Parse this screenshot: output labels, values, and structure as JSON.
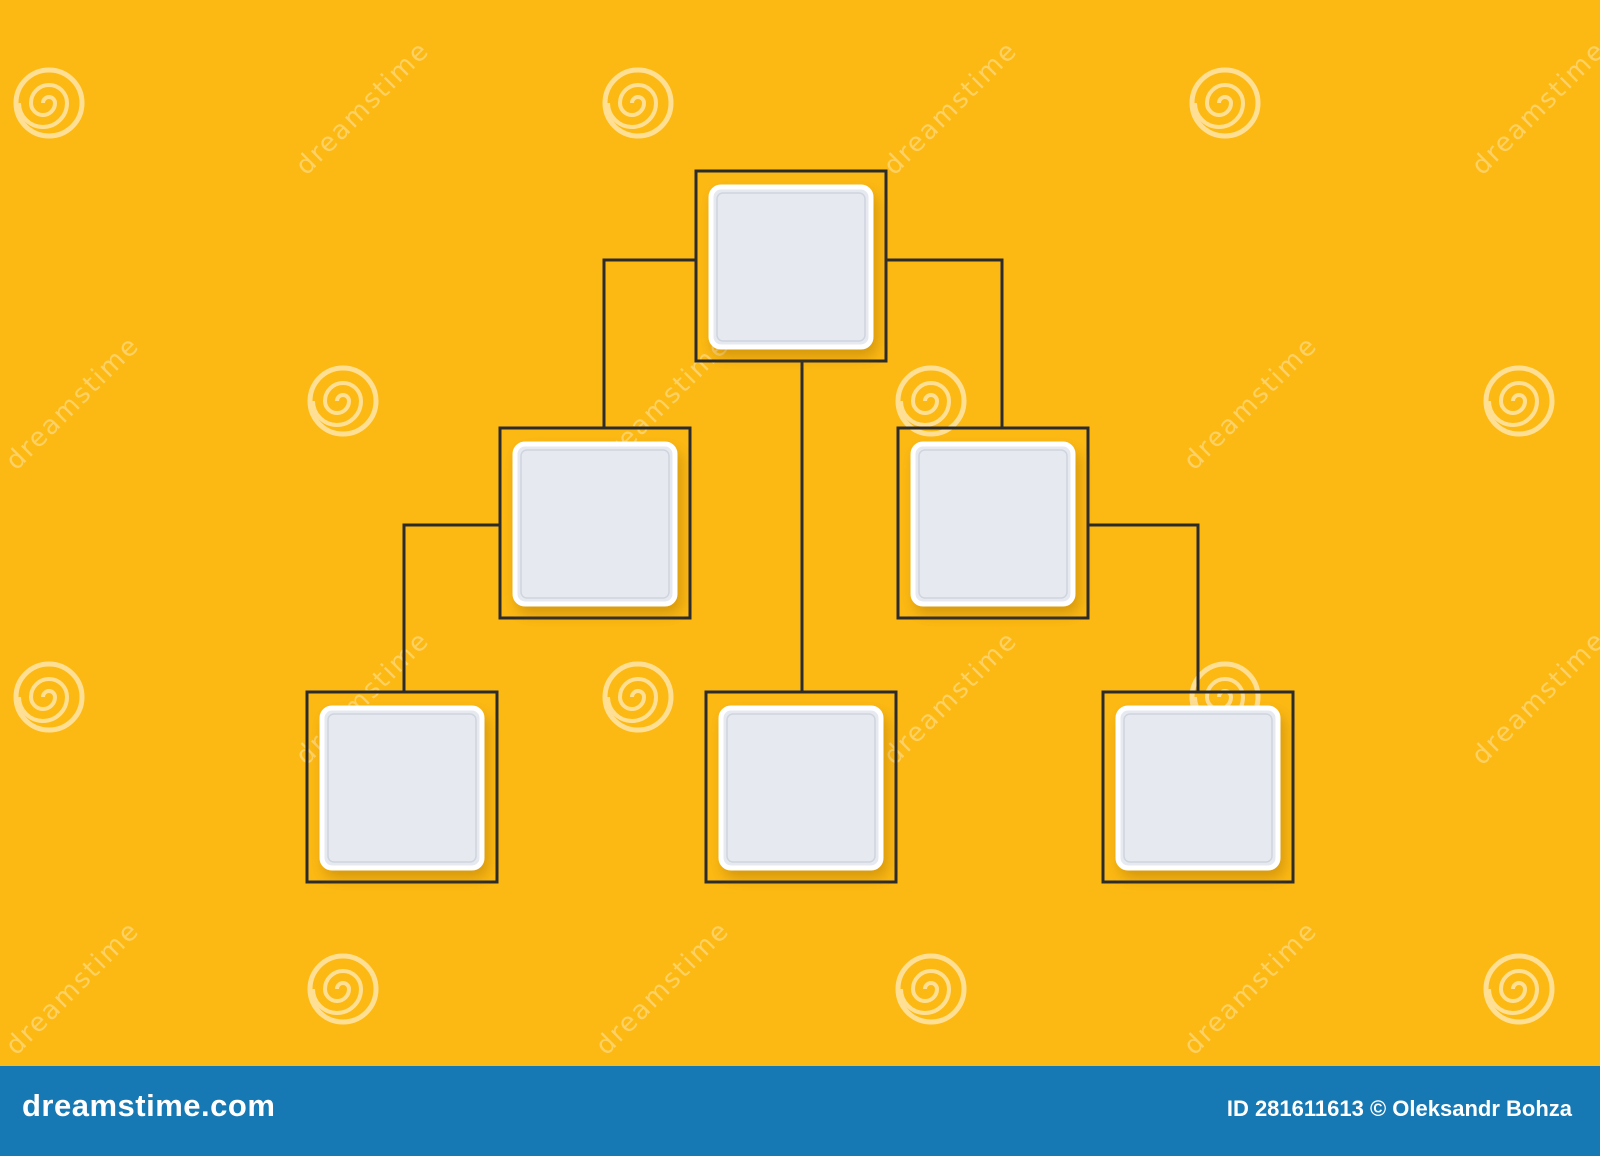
{
  "diagram": {
    "type": "hierarchy",
    "nodes": [
      {
        "id": "root",
        "label": ""
      },
      {
        "id": "mid-left",
        "label": ""
      },
      {
        "id": "mid-right",
        "label": ""
      },
      {
        "id": "leaf-left",
        "label": ""
      },
      {
        "id": "leaf-center",
        "label": ""
      },
      {
        "id": "leaf-right",
        "label": ""
      }
    ],
    "edges": [
      {
        "from": "root",
        "to": "mid-left"
      },
      {
        "from": "root",
        "to": "mid-right"
      },
      {
        "from": "root",
        "to": "leaf-center"
      },
      {
        "from": "mid-left",
        "to": "leaf-left"
      },
      {
        "from": "mid-right",
        "to": "leaf-right"
      }
    ],
    "colors": {
      "background": "#FDB913",
      "frame": "#2b2b2b",
      "card": "#E6EAF0",
      "card_edge": "#FFFFFF",
      "footer": "#1779B4"
    }
  },
  "watermark": {
    "text": "dreamstime"
  },
  "footer": {
    "brand": "dreamstime.com",
    "credit": "ID 281611613 © Oleksandr Bohza"
  }
}
